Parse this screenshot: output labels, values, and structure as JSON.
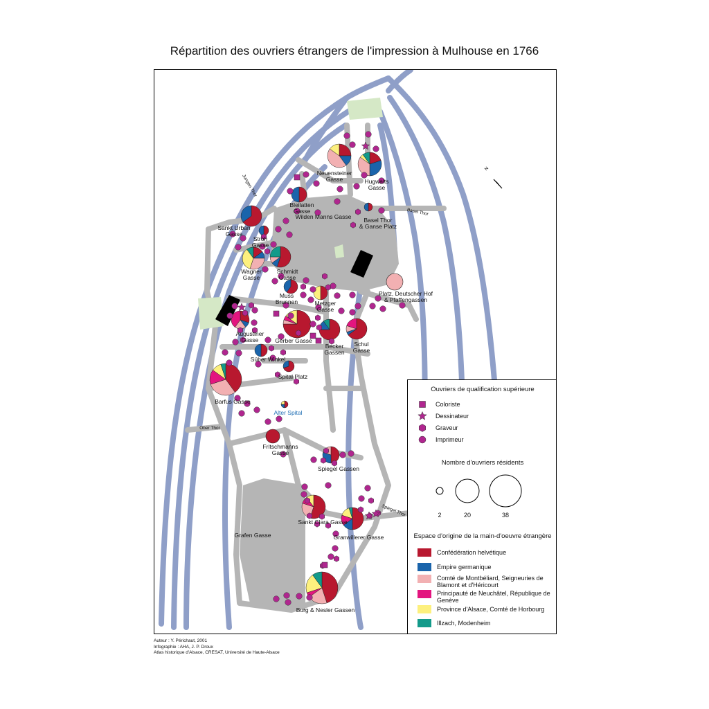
{
  "title": "Répartition des ouvriers étrangers de l'impression à Mulhouse en 1766",
  "colors": {
    "river": "#8f9fc8",
    "street": "#b5b5b5",
    "green": "#d5e8c6",
    "building": "#000000",
    "marker": "#b0268f",
    "helvetique": "#b8182f",
    "germanique": "#1a64ab",
    "montbeliard": "#f2b0b2",
    "neuchatel": "#e3157f",
    "alsace": "#fdf07e",
    "illzach": "#139a8a"
  },
  "north_label": "N",
  "streets": {
    "neuensteiner": [
      "Neuensteiner",
      "Gasse"
    ],
    "hugwalts": [
      "Hugwalts",
      "Gasse"
    ],
    "bleilatten": [
      "Bleilatten",
      "Gasse"
    ],
    "wilden_manns": "Wilden Manns Gasse",
    "basel_thor_ganse": [
      "Basel Thor",
      "& Ganse Platz"
    ],
    "sankt_urban": [
      "Sankt Urban",
      "Gasse"
    ],
    "stroh": [
      "Stroh",
      "Gasse"
    ],
    "wagner": [
      "Wagner",
      "Gasse"
    ],
    "schmidt": [
      "Schmidt",
      "Gasse"
    ],
    "muss_brunnen": [
      "Muss",
      "Brunnen"
    ],
    "metzger": [
      "Metzger",
      "Gasse"
    ],
    "platz_deutscher_hof": [
      "Platz, Deutscher Hof",
      "& Pfaffengassen"
    ],
    "augustiner": [
      "Augustiner",
      "Gasse"
    ],
    "gerber": "Gerber Gasse",
    "becker": [
      "Becker",
      "Gassen"
    ],
    "schul": [
      "Schul",
      "Gasse"
    ],
    "suber_winkel": "Süber Winkel",
    "spital_platz": "Spital Platz",
    "barfus": "Barfus Gasse",
    "alter_spital": "Alter Spital",
    "fritschmanns": [
      "Fritschmanns",
      "Gasse"
    ],
    "spiegel_gassen": "Spiegel Gassen",
    "sankt_clara": "Sankt Clara Gasse",
    "granwillerer": "Granwillerer Gasse",
    "grafen": "Grafen Gasse",
    "burg_nesler": "Burg & Nesler Gassen",
    "jungen_thor": "Jungen Thor",
    "basel_thor_gate": "Basel Thor",
    "ober_thor": "Ober Thor",
    "spiegel_thor": "Spiegel Thor"
  },
  "legend": {
    "qualification_title": "Ouvriers de qualification supérieure",
    "qualification_items": [
      {
        "icon": "square-icon",
        "label": "Coloriste"
      },
      {
        "icon": "star-icon",
        "label": "Dessinateur"
      },
      {
        "icon": "hexagon-icon",
        "label": "Graveur"
      },
      {
        "icon": "circle-icon",
        "label": "Imprimeur"
      }
    ],
    "size_title": "Nombre d'ouvriers résidents",
    "size_values": [
      "2",
      "20",
      "38"
    ],
    "origin_title": "Espace d'origine de la main-d'oeuvre étrangère",
    "origin_items": [
      {
        "color": "#b8182f",
        "label": "Confédération helvétique"
      },
      {
        "color": "#1a64ab",
        "label": "Empire germanique"
      },
      {
        "color": "#f2b0b2",
        "label": "Comté de Montbéliard, Seigneuries de Blamont et d'Héricourt"
      },
      {
        "color": "#e3157f",
        "label": "Principauté de Neuchâtel, République de Genève"
      },
      {
        "color": "#fdf07e",
        "label": "Province d'Alsace, Comté de Horbourg"
      },
      {
        "color": "#139a8a",
        "label": "Illzach, Modenheim"
      }
    ]
  },
  "credits": [
    "Auteur :  Y. Périchaut, 2001",
    "Infographie : AHA, J. P. Droux",
    "Atlas historique d'Alsace, CRESAT, Université de Haute-Alsace"
  ]
}
